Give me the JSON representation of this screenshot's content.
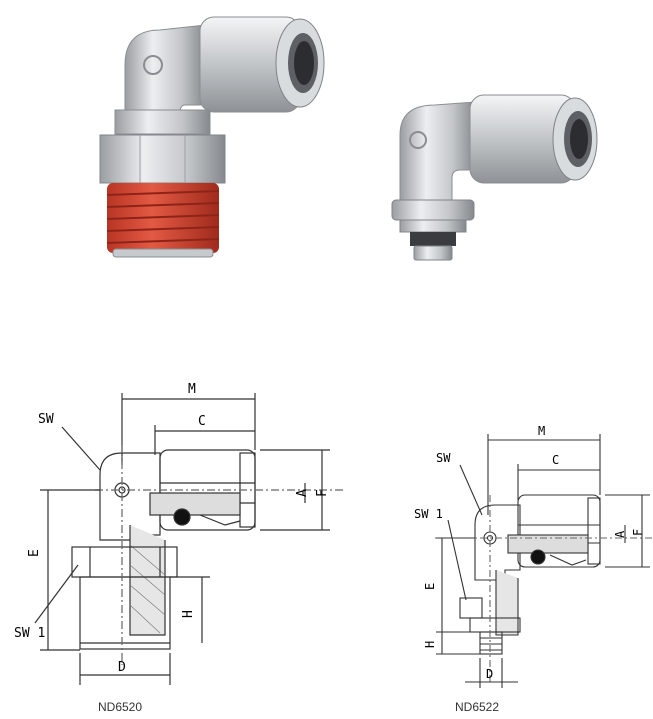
{
  "products": [
    {
      "caption": "ND6520"
    },
    {
      "caption": "ND6522"
    }
  ],
  "drawings": [
    {
      "labels": {
        "m": "M",
        "c": "C",
        "sw": "SW",
        "sw1": "SW 1",
        "a": "A",
        "f": "F",
        "e": "E",
        "h": "H",
        "d": "D"
      }
    },
    {
      "labels": {
        "m": "M",
        "c": "C",
        "sw": "SW",
        "sw1": "SW 1",
        "a": "A",
        "f": "F",
        "e": "E",
        "h": "H",
        "d": "D"
      }
    }
  ],
  "colors": {
    "thread": "#d84a38",
    "metal": "#c9ccd0",
    "line": "#333333"
  }
}
